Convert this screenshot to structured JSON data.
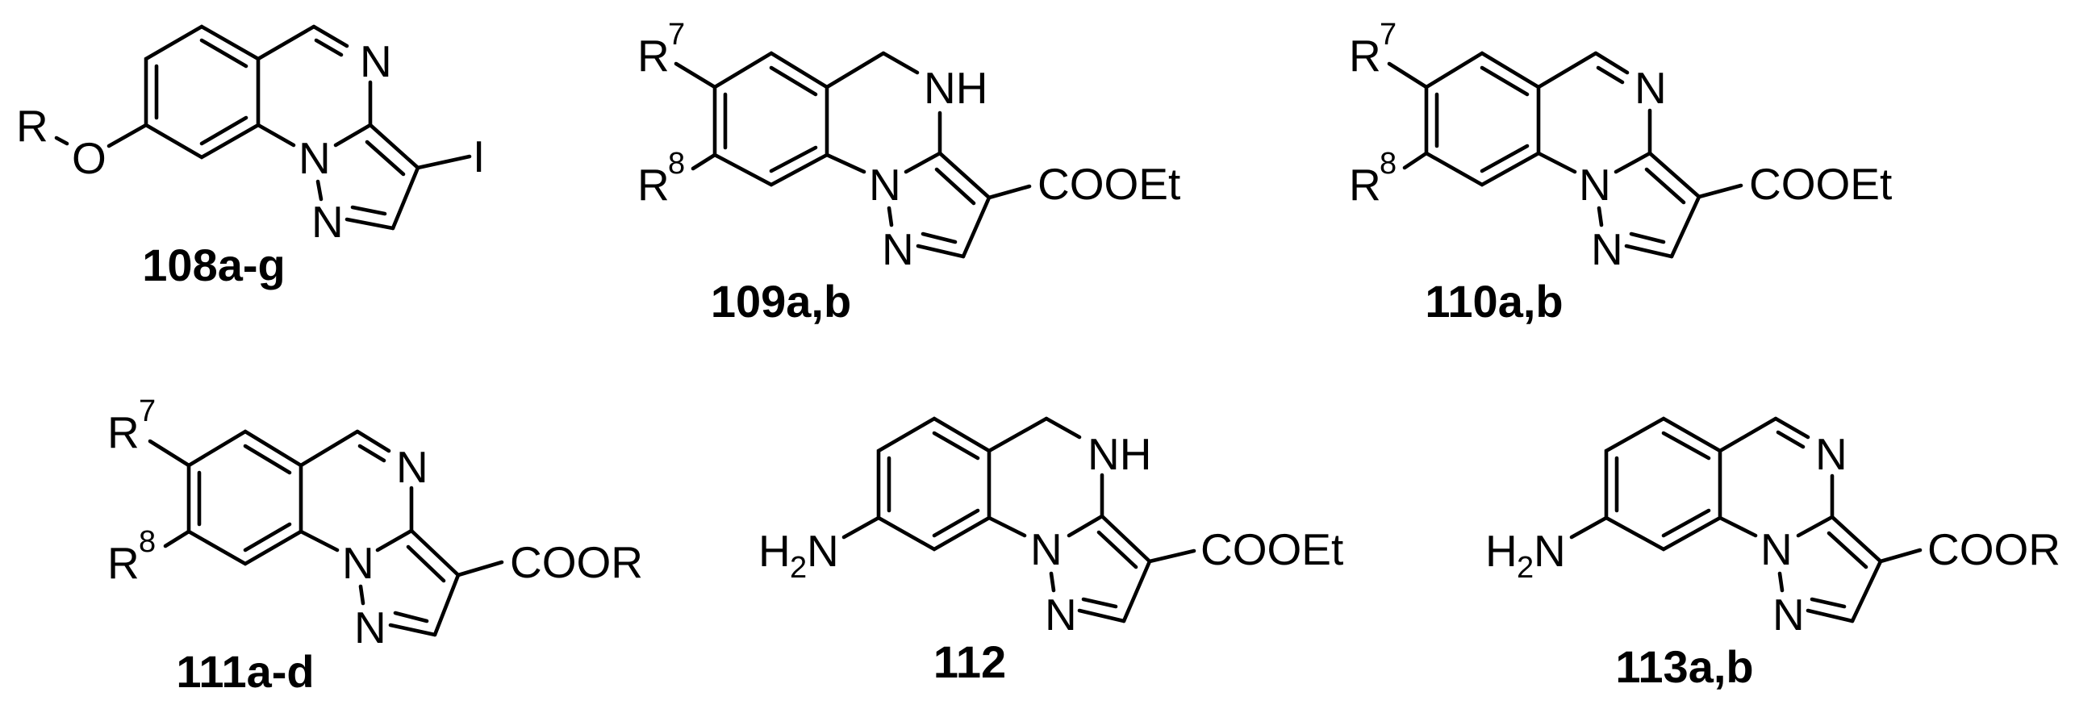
{
  "figure": {
    "type": "chemical-structures-panel",
    "background": "#ffffff",
    "ink_color": "#000000"
  },
  "compounds": [
    {
      "id": "108",
      "label": "108a-g",
      "atoms": {
        "R": "R",
        "O": "O",
        "N_ring": "N",
        "N1": "N",
        "N2": "N",
        "I": "I"
      }
    },
    {
      "id": "109",
      "label": "109a,b",
      "atoms": {
        "R7": "R",
        "R7_sup": "7",
        "R8": "R",
        "R8_sup": "8",
        "NH": "NH",
        "N1": "N",
        "N2": "N",
        "ester": "COOEt"
      }
    },
    {
      "id": "110",
      "label": "110a,b",
      "atoms": {
        "R7": "R",
        "R7_sup": "7",
        "R8": "R",
        "R8_sup": "8",
        "N_ring": "N",
        "N1": "N",
        "N2": "N",
        "ester": "COOEt"
      }
    },
    {
      "id": "111",
      "label": "111a-d",
      "atoms": {
        "R7": "R",
        "R7_sup": "7",
        "R8": "R",
        "R8_sup": "8",
        "N_ring": "N",
        "N1": "N",
        "N2": "N",
        "ester": "COOR"
      }
    },
    {
      "id": "112",
      "label": "112",
      "atoms": {
        "amine_H": "H",
        "amine_sub": "2",
        "amine_N": "N",
        "NH": "NH",
        "N1": "N",
        "N2": "N",
        "ester": "COOEt"
      }
    },
    {
      "id": "113",
      "label": "113a,b",
      "atoms": {
        "amine_H": "H",
        "amine_sub": "2",
        "amine_N": "N",
        "N_ring": "N",
        "N1": "N",
        "N2": "N",
        "ester": "COOR"
      }
    }
  ]
}
